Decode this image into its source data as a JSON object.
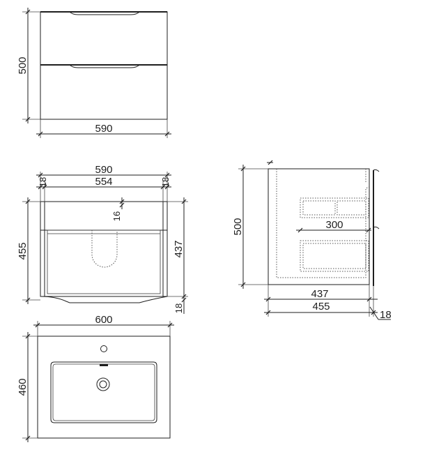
{
  "front_view": {
    "height_label": "500",
    "width_label": "590"
  },
  "top_view": {
    "overall_width_label": "590",
    "side_left_label": "18",
    "inner_width_label": "554",
    "side_right_label": "18",
    "back_panel_label": "16",
    "outer_depth_label": "455",
    "inner_depth_label": "437",
    "front_thickness_label": "18"
  },
  "basin_view": {
    "width_label": "600",
    "depth_label": "460"
  },
  "side_view": {
    "height_label": "500",
    "drawer_depth_label": "300",
    "inner_depth_label": "437",
    "outer_depth_label": "455",
    "front_label": "18"
  },
  "colors": {
    "line": "#1e1e1e",
    "background": "#ffffff"
  }
}
